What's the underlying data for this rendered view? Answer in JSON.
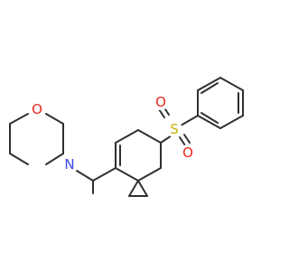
{
  "structure": {
    "atoms": {
      "oxygen_morpholine": {
        "symbol": "O",
        "color": "#e8281e"
      },
      "nitrogen_morpholine": {
        "symbol": "N",
        "color": "#3a46e8"
      },
      "sulfur_sulfonyl": {
        "symbol": "S",
        "color": "#c8b400"
      },
      "oxygen_sulfonyl_top": {
        "symbol": "O",
        "color": "#e8281e"
      },
      "oxygen_sulfonyl_bottom": {
        "symbol": "O",
        "color": "#e8281e"
      }
    },
    "bond_color": "#2f2f2f",
    "background": "#ffffff"
  }
}
